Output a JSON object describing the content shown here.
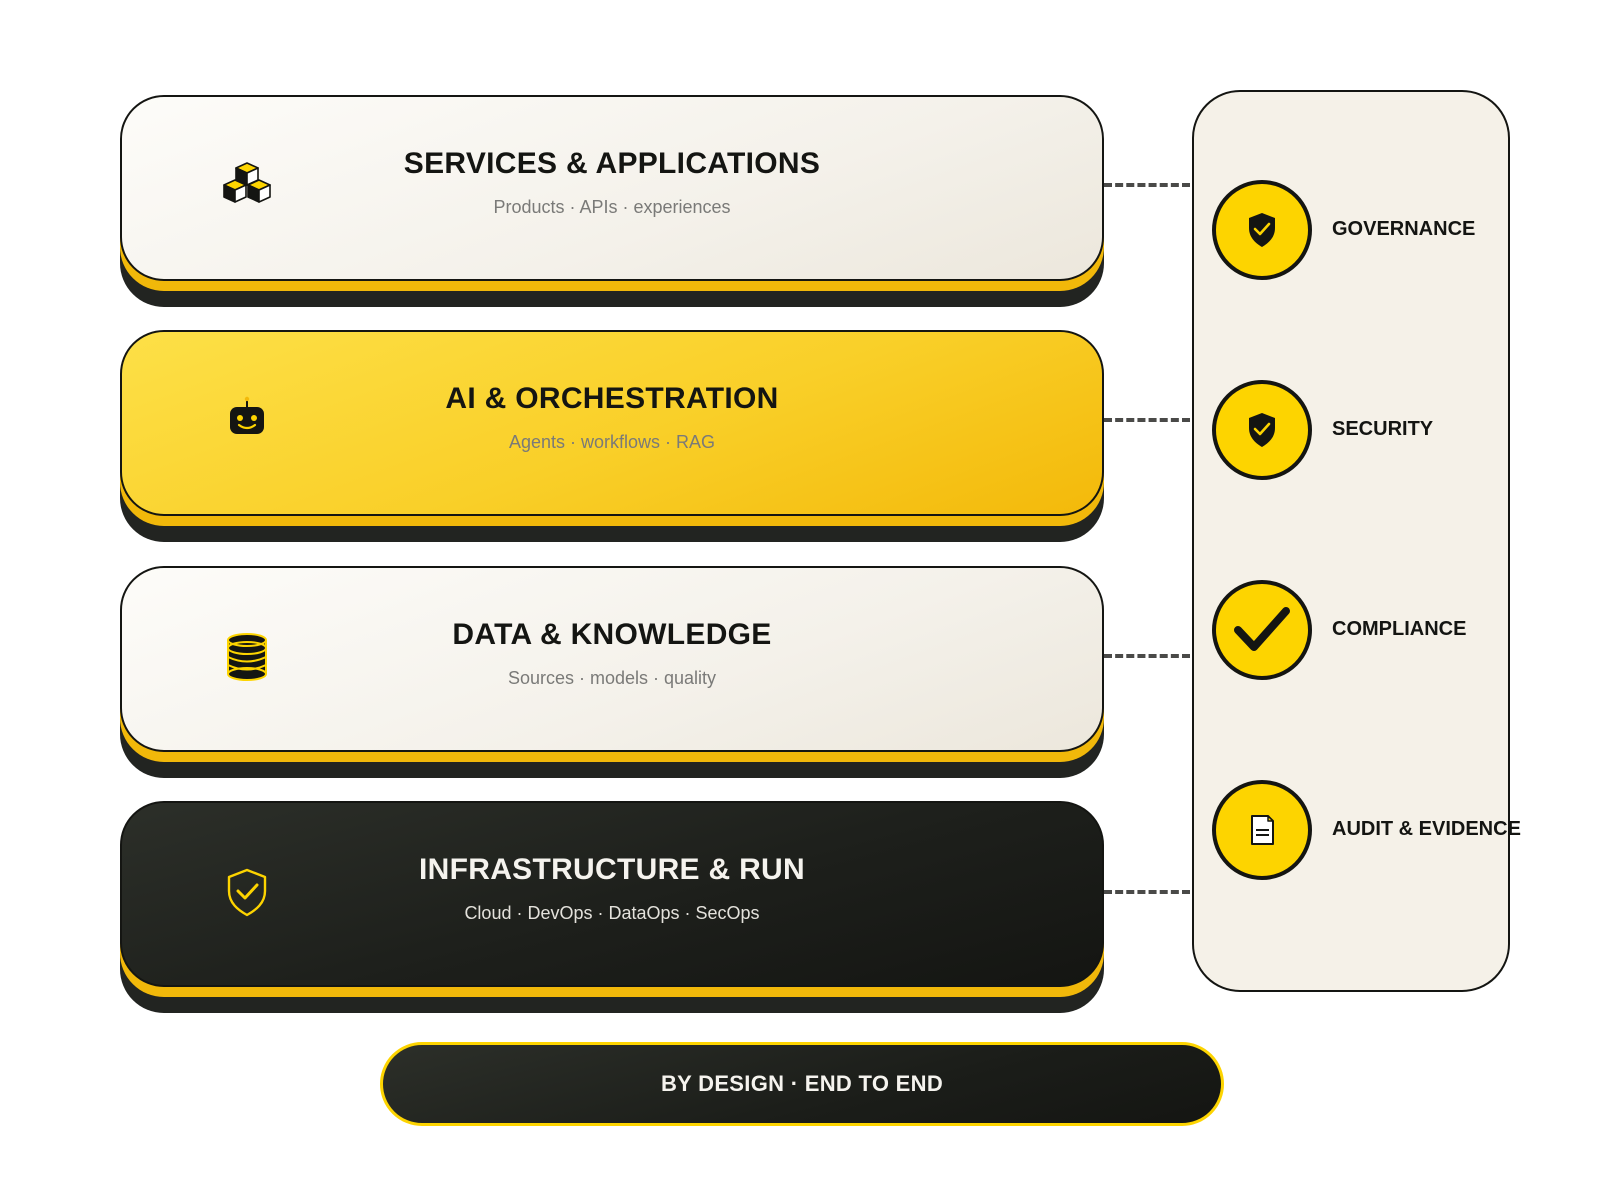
{
  "layers": [
    {
      "title": "SERVICES & APPLICATIONS",
      "subtitle": "Products · APIs · experiences",
      "icon": "cubes-icon",
      "style": "light"
    },
    {
      "title": "AI & ORCHESTRATION",
      "subtitle": "Agents · workflows · RAG",
      "icon": "robot-icon",
      "style": "yellow"
    },
    {
      "title": "DATA & KNOWLEDGE",
      "subtitle": "Sources · models · quality",
      "icon": "database-icon",
      "style": "light"
    },
    {
      "title": "INFRASTRUCTURE & RUN",
      "subtitle": "Cloud · DevOps · DataOps · SecOps",
      "icon": "shield-check-icon",
      "style": "dark"
    }
  ],
  "pillars": [
    {
      "label": "GOVERNANCE",
      "icon": "shield-check-icon"
    },
    {
      "label": "SECURITY",
      "icon": "shield-check-icon"
    },
    {
      "label": "COMPLIANCE",
      "icon": "checkmark-icon"
    },
    {
      "label": "AUDIT & EVIDENCE",
      "icon": "document-icon"
    }
  ],
  "banner": {
    "text": "BY DESIGN · END TO END"
  },
  "colors": {
    "accent_yellow": "#fdd400",
    "gold": "#f1b80a",
    "dark": "#141512",
    "panel_bg": "#f5f1e8"
  }
}
